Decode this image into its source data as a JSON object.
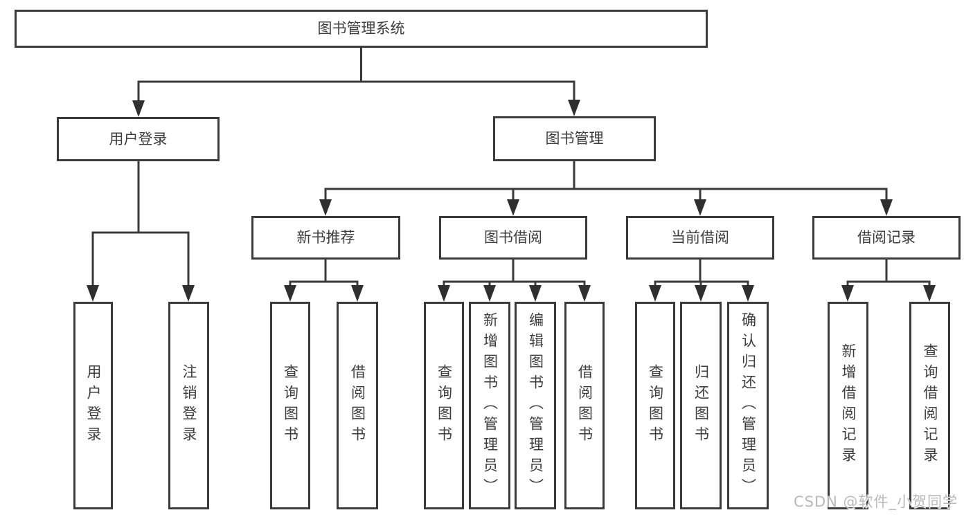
{
  "tree": {
    "label": "图书管理系统",
    "children": [
      {
        "label": "用户登录",
        "children": [
          {
            "label": "用户登录"
          },
          {
            "label": "注销登录"
          }
        ]
      },
      {
        "label": "图书管理",
        "children": [
          {
            "label": "新书推荐",
            "children": [
              {
                "label": "查询图书"
              },
              {
                "label": "借阅图书"
              }
            ]
          },
          {
            "label": "图书借阅",
            "children": [
              {
                "label": "查询图书"
              },
              {
                "label": "新增图书（管理员）"
              },
              {
                "label": "编辑图书（管理员）"
              },
              {
                "label": "借阅图书"
              }
            ]
          },
          {
            "label": "当前借阅",
            "children": [
              {
                "label": "查询图书"
              },
              {
                "label": "归还图书"
              },
              {
                "label": "确认归还（管理员）"
              }
            ]
          },
          {
            "label": "借阅记录",
            "children": [
              {
                "label": "新增借阅记录"
              },
              {
                "label": "查询借阅记录"
              }
            ]
          }
        ]
      }
    ]
  },
  "watermark": {
    "text": "CSDN @软件_小贺同学"
  },
  "colors": {
    "line": "#3a3a3a",
    "border": "#3b3b3b",
    "text": "#3d3d3d",
    "watermark": "#b9b9b9",
    "background": "#ffffff"
  }
}
